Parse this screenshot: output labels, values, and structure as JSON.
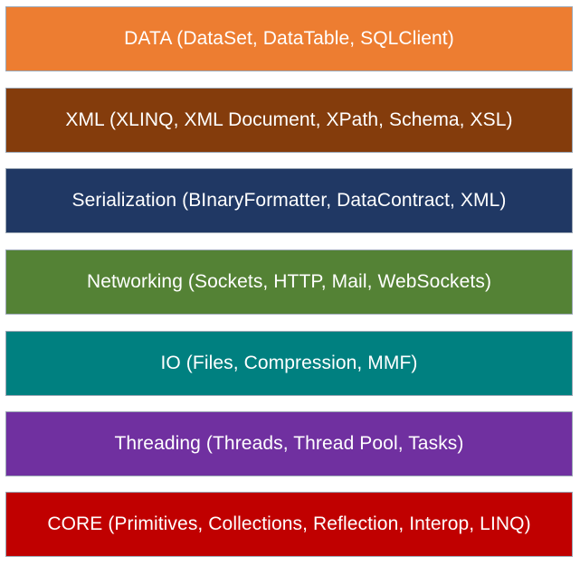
{
  "layers": [
    {
      "label": "DATA (DataSet, DataTable, SQLClient)",
      "color": "#ED7D31"
    },
    {
      "label": "XML (XLINQ, XML Document, XPath, Schema, XSL)",
      "color": "#843C0C"
    },
    {
      "label": "Serialization (BInaryFormatter, DataContract, XML)",
      "color": "#203864"
    },
    {
      "label": "Networking (Sockets, HTTP, Mail, WebSockets)",
      "color": "#548235"
    },
    {
      "label": "IO (Files, Compression, MMF)",
      "color": "#008080"
    },
    {
      "label": "Threading (Threads, Thread Pool, Tasks)",
      "color": "#7030A0"
    },
    {
      "label": "CORE (Primitives, Collections, Reflection, Interop, LINQ)",
      "color": "#C00000"
    }
  ]
}
